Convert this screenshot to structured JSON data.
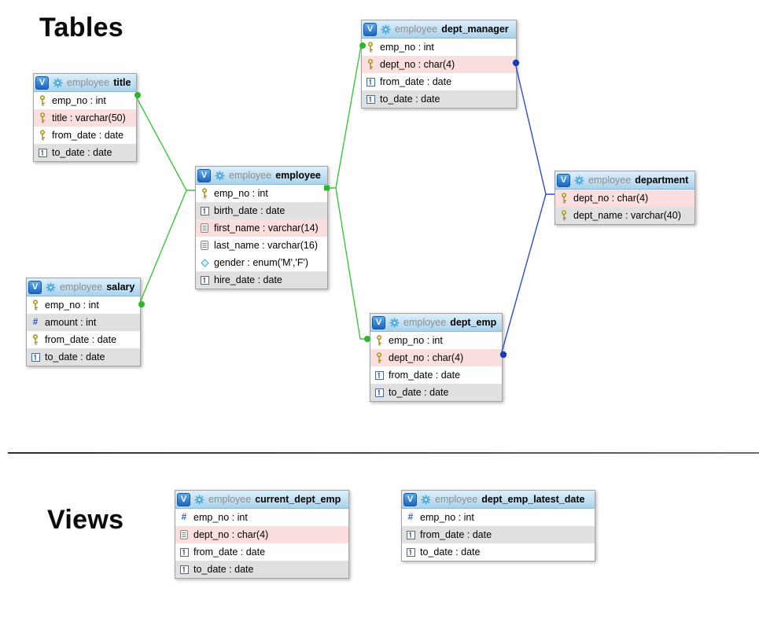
{
  "headings": {
    "tables": "Tables",
    "views": "Views"
  },
  "ui": {
    "v_label": "V",
    "hash_glyph": "#"
  },
  "colors": {
    "relation_employee_lines": "#3dc43d",
    "relation_department_lines": "#2c4fc4",
    "row_highlight_pink": "#fbdede",
    "row_alt_grey": "#e0e0e0",
    "header_gradient_top": "#ddf0fa",
    "header_gradient_bottom": "#a9d2ec"
  },
  "tables": [
    {
      "schema": "employee",
      "name": "title",
      "columns": [
        {
          "label": "emp_no : int",
          "icon": "key-icon",
          "highlight": "white"
        },
        {
          "label": "title : varchar(50)",
          "icon": "key-icon",
          "highlight": "pink"
        },
        {
          "label": "from_date : date",
          "icon": "key-icon",
          "highlight": "white"
        },
        {
          "label": "to_date : date",
          "icon": "calendar-icon",
          "highlight": "grey"
        }
      ]
    },
    {
      "schema": "employee",
      "name": "employee",
      "columns": [
        {
          "label": "emp_no : int",
          "icon": "key-icon",
          "highlight": "white"
        },
        {
          "label": "birth_date : date",
          "icon": "calendar-icon",
          "highlight": "grey"
        },
        {
          "label": "first_name : varchar(14)",
          "icon": "text-icon",
          "highlight": "pink"
        },
        {
          "label": "last_name : varchar(16)",
          "icon": "text-icon",
          "highlight": "white"
        },
        {
          "label": "gender : enum('M','F')",
          "icon": "enum-icon",
          "highlight": "white"
        },
        {
          "label": "hire_date : date",
          "icon": "calendar-icon",
          "highlight": "grey"
        }
      ]
    },
    {
      "schema": "employee",
      "name": "salary",
      "columns": [
        {
          "label": "emp_no : int",
          "icon": "key-icon",
          "highlight": "white"
        },
        {
          "label": "amount : int",
          "icon": "hash-icon",
          "highlight": "grey"
        },
        {
          "label": "from_date : date",
          "icon": "key-icon",
          "highlight": "white"
        },
        {
          "label": "to_date : date",
          "icon": "calendar-icon",
          "highlight": "grey"
        }
      ]
    },
    {
      "schema": "employee",
      "name": "dept_manager",
      "columns": [
        {
          "label": "emp_no : int",
          "icon": "key-icon",
          "highlight": "white"
        },
        {
          "label": "dept_no : char(4)",
          "icon": "key-icon",
          "highlight": "pink"
        },
        {
          "label": "from_date : date",
          "icon": "calendar-icon",
          "highlight": "white"
        },
        {
          "label": "to_date : date",
          "icon": "calendar-icon",
          "highlight": "grey"
        }
      ]
    },
    {
      "schema": "employee",
      "name": "dept_emp",
      "columns": [
        {
          "label": "emp_no : int",
          "icon": "key-icon",
          "highlight": "white"
        },
        {
          "label": "dept_no : char(4)",
          "icon": "key-icon",
          "highlight": "pink"
        },
        {
          "label": "from_date : date",
          "icon": "calendar-icon",
          "highlight": "white"
        },
        {
          "label": "to_date : date",
          "icon": "calendar-icon",
          "highlight": "grey"
        }
      ]
    },
    {
      "schema": "employee",
      "name": "department",
      "columns": [
        {
          "label": "dept_no : char(4)",
          "icon": "key-icon",
          "highlight": "pink"
        },
        {
          "label": "dept_name : varchar(40)",
          "icon": "key-icon",
          "highlight": "grey"
        }
      ]
    }
  ],
  "views": [
    {
      "schema": "employee",
      "name": "current_dept_emp",
      "columns": [
        {
          "label": "emp_no : int",
          "icon": "hash-icon",
          "highlight": "white"
        },
        {
          "label": "dept_no : char(4)",
          "icon": "text-icon",
          "highlight": "pink"
        },
        {
          "label": "from_date : date",
          "icon": "calendar-icon",
          "highlight": "white"
        },
        {
          "label": "to_date : date",
          "icon": "calendar-icon",
          "highlight": "grey"
        }
      ]
    },
    {
      "schema": "employee",
      "name": "dept_emp_latest_date",
      "columns": [
        {
          "label": "emp_no : int",
          "icon": "hash-icon",
          "highlight": "white"
        },
        {
          "label": "from_date : date",
          "icon": "calendar-icon",
          "highlight": "grey"
        },
        {
          "label": "to_date : date",
          "icon": "calendar-icon",
          "highlight": "white"
        }
      ]
    }
  ],
  "relationships": [
    {
      "from": "title.emp_no",
      "to": "employee.emp_no",
      "color": "#3dc43d"
    },
    {
      "from": "salary.emp_no",
      "to": "employee.emp_no",
      "color": "#3dc43d"
    },
    {
      "from": "dept_manager.emp_no",
      "to": "employee.emp_no",
      "color": "#3dc43d"
    },
    {
      "from": "dept_emp.emp_no",
      "to": "employee.emp_no",
      "color": "#3dc43d"
    },
    {
      "from": "dept_manager.dept_no",
      "to": "department.dept_no",
      "color": "#2c4fc4"
    },
    {
      "from": "dept_emp.dept_no",
      "to": "department.dept_no",
      "color": "#2c4fc4"
    }
  ]
}
